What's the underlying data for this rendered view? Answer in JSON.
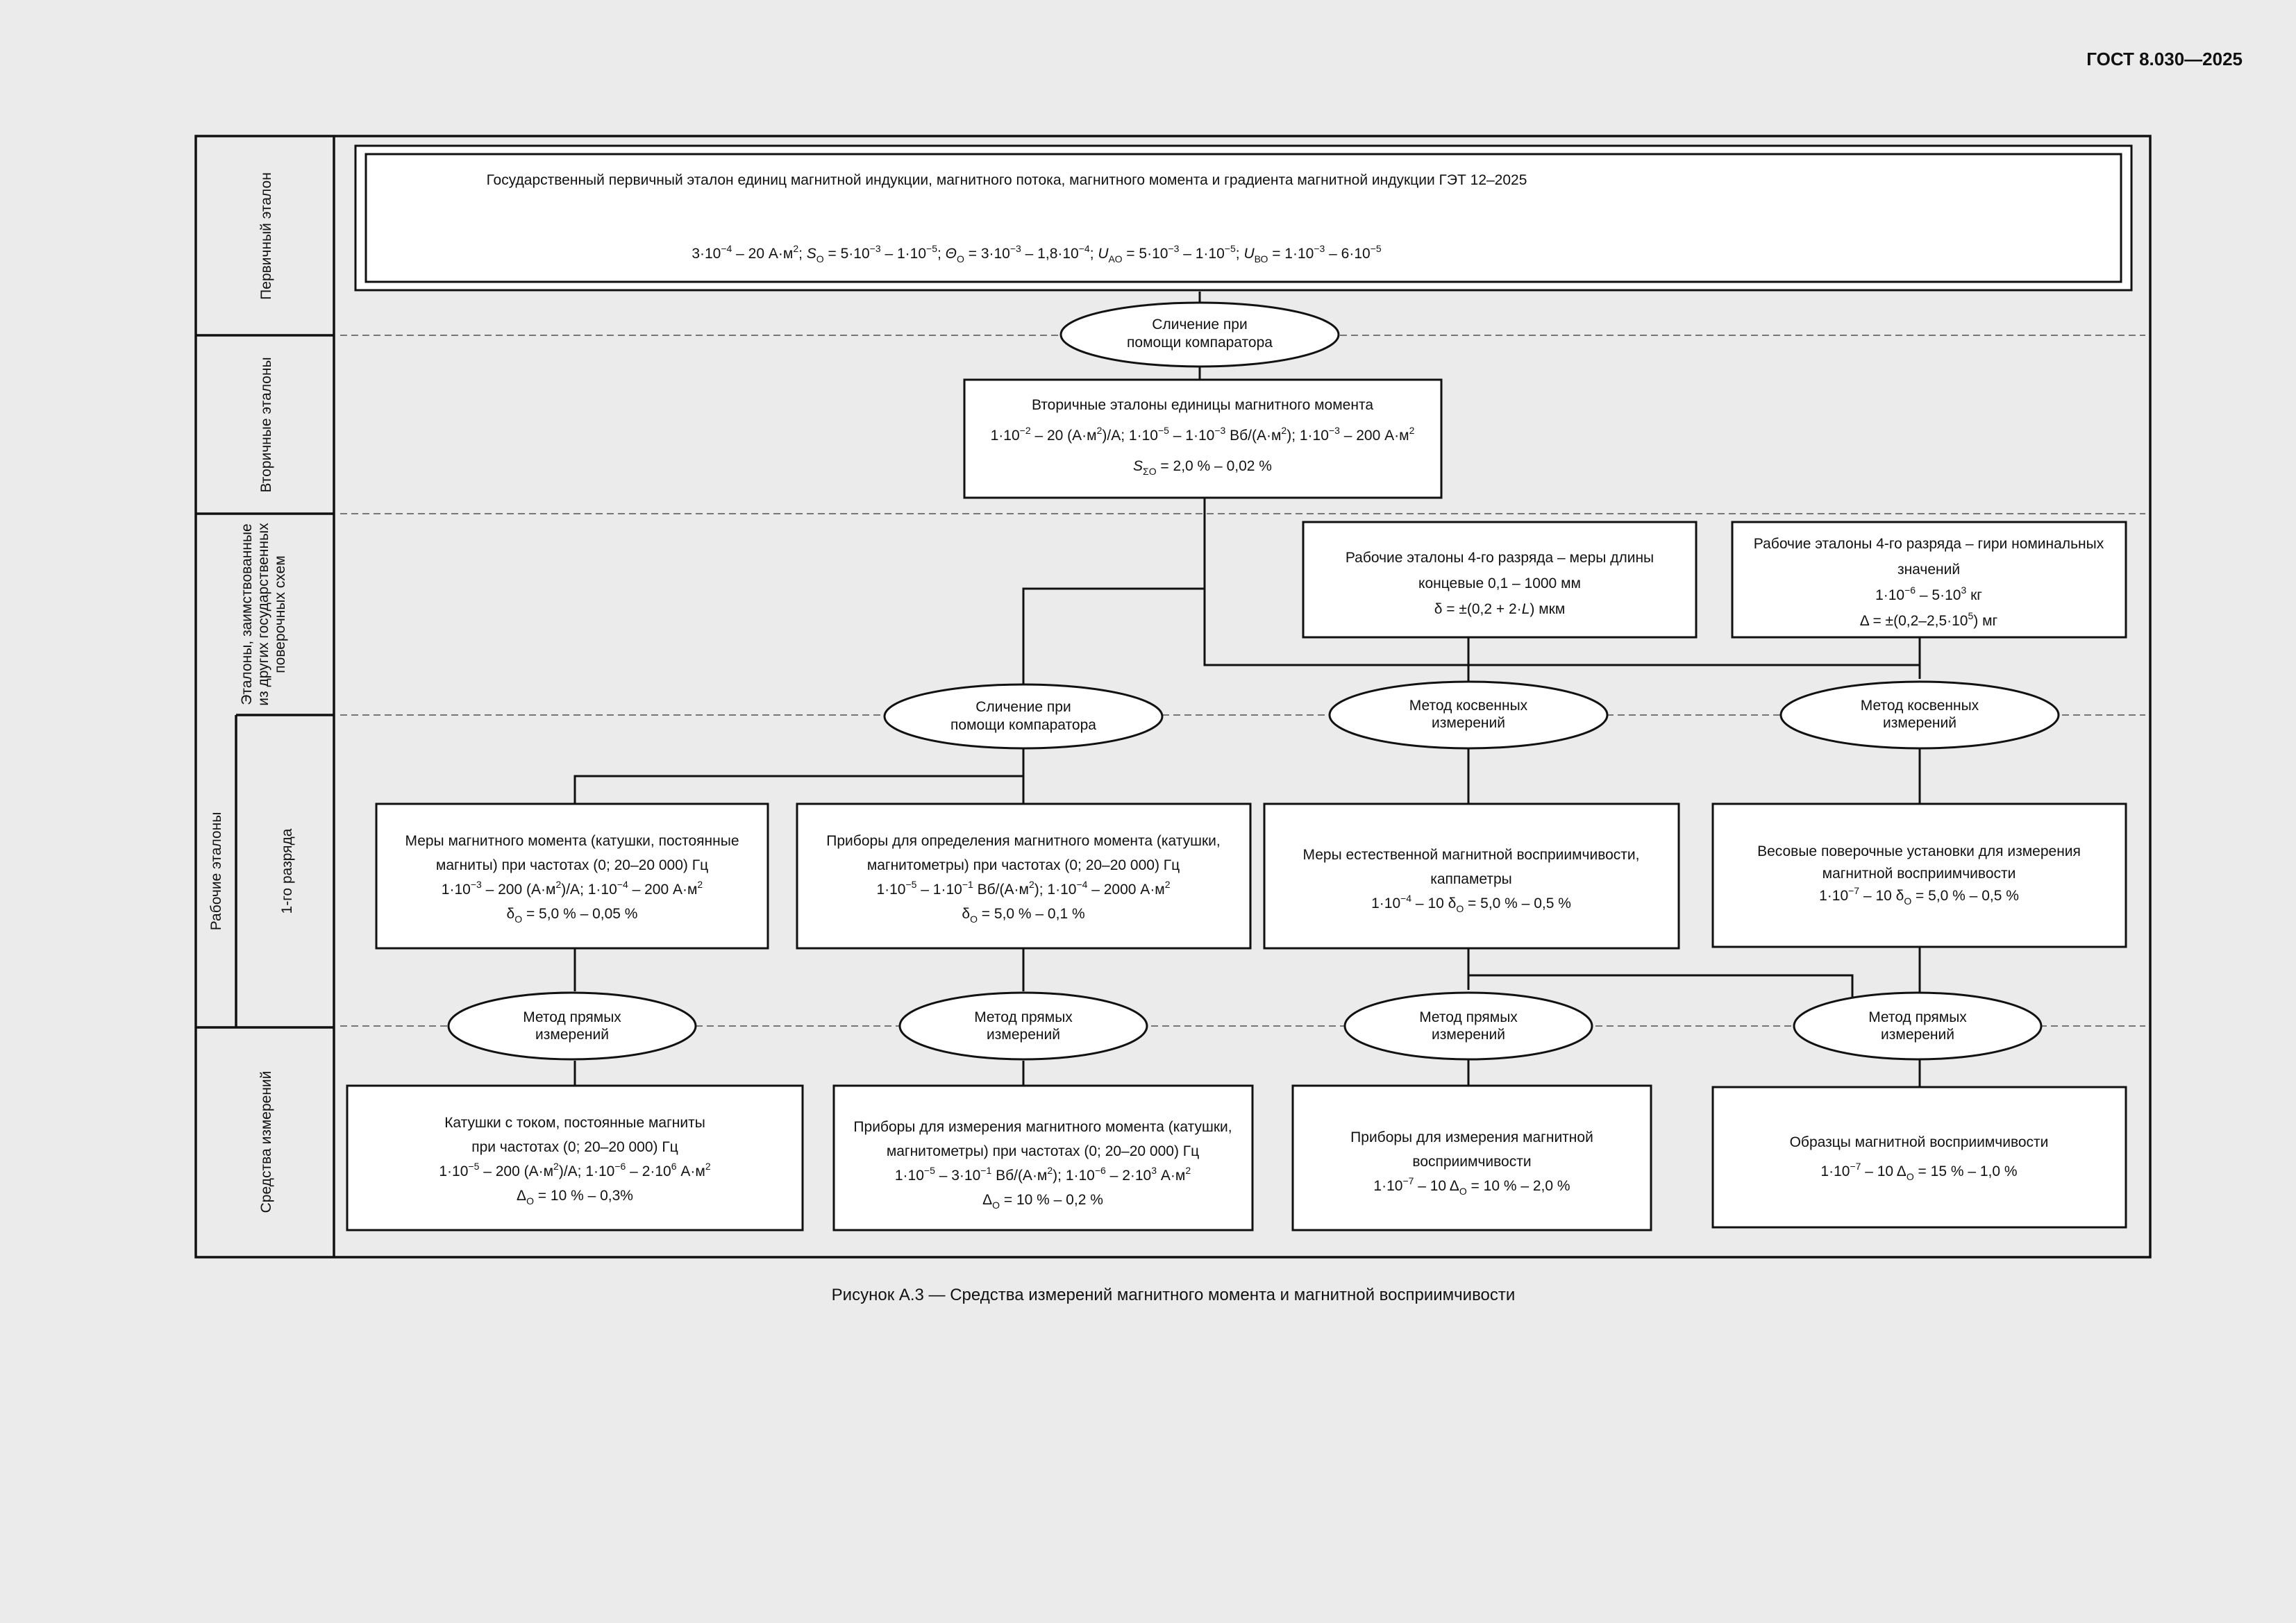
{
  "header": {
    "doc_code": "ГОСТ 8.030—2025"
  },
  "row_labels": {
    "primary": "Первичный эталон",
    "secondary": "Вторичные эталоны",
    "borrowed": [
      "Эталоны, заимствованные",
      "из других государственных",
      "поверочных схем"
    ],
    "working": "Рабочие эталоны",
    "first_rank": "1-го разряда",
    "instruments": "Средства измерений"
  },
  "primary_standard": {
    "title": "Государственный первичный эталон единиц магнитной индукции, магнитного потока, магнитного момента и градиента магнитной индукции ГЭТ 12–2025",
    "params": [
      {
        "t": "3·10"
      },
      {
        "t": "−4",
        "s": "sup"
      },
      {
        "t": " – 20 А·м"
      },
      {
        "t": "2",
        "s": "sup"
      },
      {
        "t": "; "
      },
      {
        "t": "S",
        "s": "it"
      },
      {
        "t": "О",
        "s": "sub"
      },
      {
        "t": " = 5·10"
      },
      {
        "t": "−3",
        "s": "sup"
      },
      {
        "t": " – 1·10"
      },
      {
        "t": "−5",
        "s": "sup"
      },
      {
        "t": "; "
      },
      {
        "t": "Θ",
        "s": "it"
      },
      {
        "t": "О",
        "s": "sub"
      },
      {
        "t": " = 3·10"
      },
      {
        "t": "−3",
        "s": "sup"
      },
      {
        "t": " – 1,8·10"
      },
      {
        "t": "−4",
        "s": "sup"
      },
      {
        "t": "; "
      },
      {
        "t": "U",
        "s": "it"
      },
      {
        "t": "АО",
        "s": "sub"
      },
      {
        "t": " = 5·10"
      },
      {
        "t": "−3",
        "s": "sup"
      },
      {
        "t": " – 1·10"
      },
      {
        "t": "−5",
        "s": "sup"
      },
      {
        "t": "; "
      },
      {
        "t": "U",
        "s": "it"
      },
      {
        "t": "ВО",
        "s": "sub"
      },
      {
        "t": " = 1·10"
      },
      {
        "t": "−3",
        "s": "sup"
      },
      {
        "t": " – 6·10"
      },
      {
        "t": "−5",
        "s": "sup"
      }
    ]
  },
  "methods": {
    "comparator_top": [
      "Сличение при",
      "помощи компаратора"
    ],
    "comparator_mid": [
      "Сличение при",
      "помощи компаратора"
    ],
    "indirect_1": [
      "Метод косвенных",
      "измерений"
    ],
    "indirect_2": [
      "Метод косвенных",
      "измерений"
    ],
    "direct_1": [
      "Метод прямых",
      "измерений"
    ],
    "direct_2": [
      "Метод прямых",
      "измерений"
    ],
    "direct_3": [
      "Метод прямых",
      "измерений"
    ],
    "direct_4": [
      "Метод прямых",
      "измерений"
    ]
  },
  "secondary_standard": {
    "lines": [
      [
        {
          "t": "Вторичные эталоны единицы магнитного момента"
        }
      ],
      [
        {
          "t": "1·10"
        },
        {
          "t": "−2",
          "s": "sup"
        },
        {
          "t": " – 20 (А·м"
        },
        {
          "t": "2",
          "s": "sup"
        },
        {
          "t": ")/А; 1·10"
        },
        {
          "t": "−5",
          "s": "sup"
        },
        {
          "t": " – 1·10"
        },
        {
          "t": "−3",
          "s": "sup"
        },
        {
          "t": " Вб/(А·м"
        },
        {
          "t": "2",
          "s": "sup"
        },
        {
          "t": "); 1·10"
        },
        {
          "t": "−3",
          "s": "sup"
        },
        {
          "t": " – 200 А·м"
        },
        {
          "t": "2",
          "s": "sup"
        }
      ],
      [
        {
          "t": "S",
          "s": "it"
        },
        {
          "t": "ΣО",
          "s": "sub"
        },
        {
          "t": " = 2,0 % – 0,02 %"
        }
      ]
    ]
  },
  "borrowed_length": {
    "lines": [
      [
        {
          "t": "Рабочие эталоны 4-го разряда  – меры длины"
        }
      ],
      [
        {
          "t": "концевые 0,1 – 1000 мм"
        }
      ],
      [
        {
          "t": "δ = ±(0,2 + 2·"
        },
        {
          "t": "L",
          "s": "it"
        },
        {
          "t": ") мкм"
        }
      ]
    ]
  },
  "borrowed_weights": {
    "lines": [
      [
        {
          "t": "Рабочие эталоны 4-го разряда – гири номинальных"
        }
      ],
      [
        {
          "t": "значений"
        }
      ],
      [
        {
          "t": "1·10"
        },
        {
          "t": "−6",
          "s": "sup"
        },
        {
          "t": " – 5·10"
        },
        {
          "t": "3",
          "s": "sup"
        },
        {
          "t": " кг"
        }
      ],
      [
        {
          "t": "Δ = ±(0,2–2,5·10"
        },
        {
          "t": "5",
          "s": "sup"
        },
        {
          "t": ") мг"
        }
      ]
    ]
  },
  "working_standards": [
    {
      "lines": [
        [
          {
            "t": "Меры магнитного момента (катушки, постоянные"
          }
        ],
        [
          {
            "t": "магниты) при частотах (0; 20–20 000) Гц"
          }
        ],
        [
          {
            "t": "1·10"
          },
          {
            "t": "−3",
            "s": "sup"
          },
          {
            "t": " – 200 (А·м"
          },
          {
            "t": "2",
            "s": "sup"
          },
          {
            "t": ")/А; 1·10"
          },
          {
            "t": "−4",
            "s": "sup"
          },
          {
            "t": " – 200 А·м"
          },
          {
            "t": "2",
            "s": "sup"
          }
        ],
        [
          {
            "t": "δ"
          },
          {
            "t": "О",
            "s": "sub"
          },
          {
            "t": " = 5,0 % – 0,05 %"
          }
        ]
      ]
    },
    {
      "lines": [
        [
          {
            "t": "Приборы для определения магнитного момента (катушки,"
          }
        ],
        [
          {
            "t": "магнитометры) при частотах (0; 20–20 000) Гц"
          }
        ],
        [
          {
            "t": "1·10"
          },
          {
            "t": "−5",
            "s": "sup"
          },
          {
            "t": " – 1·10"
          },
          {
            "t": "−1",
            "s": "sup"
          },
          {
            "t": " Вб/(А·м"
          },
          {
            "t": "2",
            "s": "sup"
          },
          {
            "t": "); 1·10"
          },
          {
            "t": "−4",
            "s": "sup"
          },
          {
            "t": " – 2000 А·м"
          },
          {
            "t": "2",
            "s": "sup"
          }
        ],
        [
          {
            "t": "δ"
          },
          {
            "t": "О",
            "s": "sub"
          },
          {
            "t": " = 5,0 % – 0,1 %"
          }
        ]
      ]
    },
    {
      "lines": [
        [
          {
            "t": "Меры естественной магнитной восприимчивости,"
          }
        ],
        [
          {
            "t": "каппаметры"
          }
        ],
        [
          {
            "t": "1·10"
          },
          {
            "t": "−4",
            "s": "sup"
          },
          {
            "t": " – 10  δ"
          },
          {
            "t": "О",
            "s": "sub"
          },
          {
            "t": " = 5,0 % – 0,5 %"
          }
        ]
      ]
    },
    {
      "lines": [
        [
          {
            "t": "Весовые поверочные установки для измерения"
          }
        ],
        [
          {
            "t": "магнитной восприимчивости"
          }
        ],
        [
          {
            "t": "1·10"
          },
          {
            "t": "−7",
            "s": "sup"
          },
          {
            "t": " – 10    δ"
          },
          {
            "t": "О",
            "s": "sub"
          },
          {
            "t": " = 5,0 % – 0,5 %"
          }
        ]
      ]
    }
  ],
  "instruments": [
    {
      "lines": [
        [
          {
            "t": "Катушки с током, постоянные магниты"
          }
        ],
        [
          {
            "t": "при частотах (0; 20–20 000) Гц"
          }
        ],
        [
          {
            "t": "1·10"
          },
          {
            "t": "−5",
            "s": "sup"
          },
          {
            "t": " – 200 (А·м"
          },
          {
            "t": "2",
            "s": "sup"
          },
          {
            "t": ")/А; 1·10"
          },
          {
            "t": "−6",
            "s": "sup"
          },
          {
            "t": " – 2·10"
          },
          {
            "t": "6",
            "s": "sup"
          },
          {
            "t": " А·м"
          },
          {
            "t": "2",
            "s": "sup"
          }
        ],
        [
          {
            "t": "Δ"
          },
          {
            "t": "О",
            "s": "sub"
          },
          {
            "t": " = 10 % – 0,3%"
          }
        ]
      ]
    },
    {
      "lines": [
        [
          {
            "t": "Приборы для измерения магнитного момента (катушки,"
          }
        ],
        [
          {
            "t": "магнитометры) при частотах (0; 20–20 000) Гц"
          }
        ],
        [
          {
            "t": "1·10"
          },
          {
            "t": "−5",
            "s": "sup"
          },
          {
            "t": " – 3·10"
          },
          {
            "t": "−1",
            "s": "sup"
          },
          {
            "t": " Вб/(А·м"
          },
          {
            "t": "2",
            "s": "sup"
          },
          {
            "t": "); 1·10"
          },
          {
            "t": "−6",
            "s": "sup"
          },
          {
            "t": " – 2·10"
          },
          {
            "t": "3",
            "s": "sup"
          },
          {
            "t": " А·м"
          },
          {
            "t": "2",
            "s": "sup"
          }
        ],
        [
          {
            "t": "Δ"
          },
          {
            "t": "О",
            "s": "sub"
          },
          {
            "t": " = 10 % – 0,2 %"
          }
        ]
      ]
    },
    {
      "lines": [
        [
          {
            "t": "Приборы для измерения магнитной"
          }
        ],
        [
          {
            "t": "восприимчивости"
          }
        ],
        [
          {
            "t": "1·10"
          },
          {
            "t": "−7",
            "s": "sup"
          },
          {
            "t": " – 10    Δ"
          },
          {
            "t": "О",
            "s": "sub"
          },
          {
            "t": " = 10 % – 2,0 %"
          }
        ]
      ]
    },
    {
      "lines": [
        [
          {
            "t": "Образцы магнитной восприимчивости"
          }
        ],
        [
          {
            "t": "1·10"
          },
          {
            "t": "−7",
            "s": "sup"
          },
          {
            "t": " – 10    Δ"
          },
          {
            "t": "О",
            "s": "sub"
          },
          {
            "t": " = 15 % – 1,0 %"
          }
        ]
      ]
    }
  ],
  "caption": "Рисунок А.3 — Средства измерений магнитного момента и магнитной восприимчивости"
}
